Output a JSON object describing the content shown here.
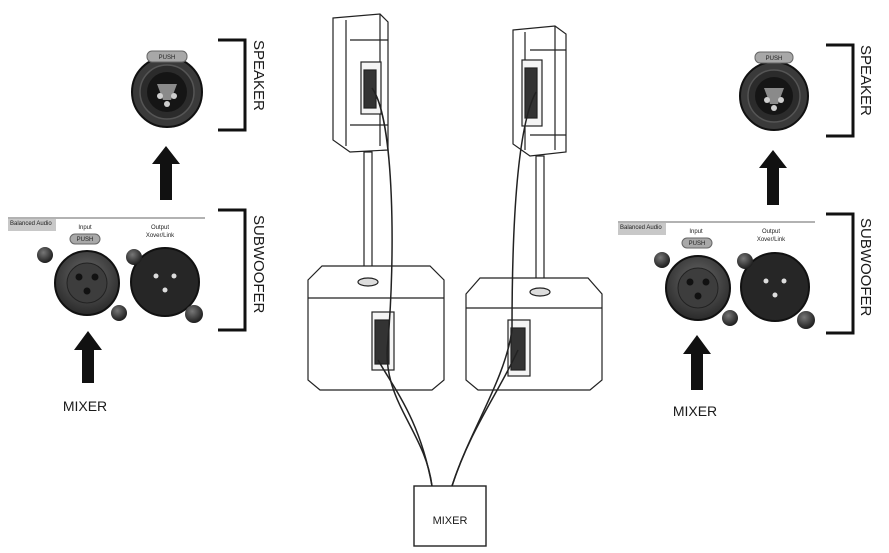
{
  "left": {
    "speaker_label": "SPEAKER",
    "subwoofer_label": "SUBWOOFER",
    "mixer_label": "MIXER",
    "push_label": "PUSH",
    "panel": {
      "balanced_audio": "Balanced Audio",
      "input_label": "Input",
      "output_label": "Output",
      "output_sub": "Xover/Link",
      "push_label": "PUSH"
    }
  },
  "right": {
    "speaker_label": "SPEAKER",
    "subwoofer_label": "SUBWOOFER",
    "mixer_label": "MIXER",
    "push_label": "PUSH",
    "panel": {
      "balanced_audio": "Balanced Audio",
      "input_label": "Input",
      "output_label": "Output",
      "output_sub": "Xover/Link",
      "push_label": "PUSH"
    }
  },
  "center": {
    "mixer_box_label": "MIXER"
  }
}
